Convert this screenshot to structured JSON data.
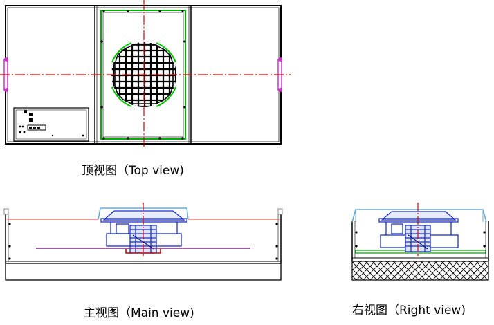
{
  "captions": {
    "top": "顶视图（Top view)",
    "main": "主视图（Main view)",
    "right": "右视图（Right view)"
  },
  "colors": {
    "outline": "#000000",
    "centerline": "#e00000",
    "filter_frame": "#00b000",
    "fan_guard_ring": "#00c000",
    "handle": "#cc33cc",
    "fan_body": "#1a2fd0",
    "top_cover": "#6aaad8",
    "plenum_edge": "#f06060",
    "filter_line": "#7a2a7a",
    "hatch": "#000000"
  },
  "icons": {
    "handle": "mounting-handle-icon",
    "fan": "fan-motor-icon"
  }
}
